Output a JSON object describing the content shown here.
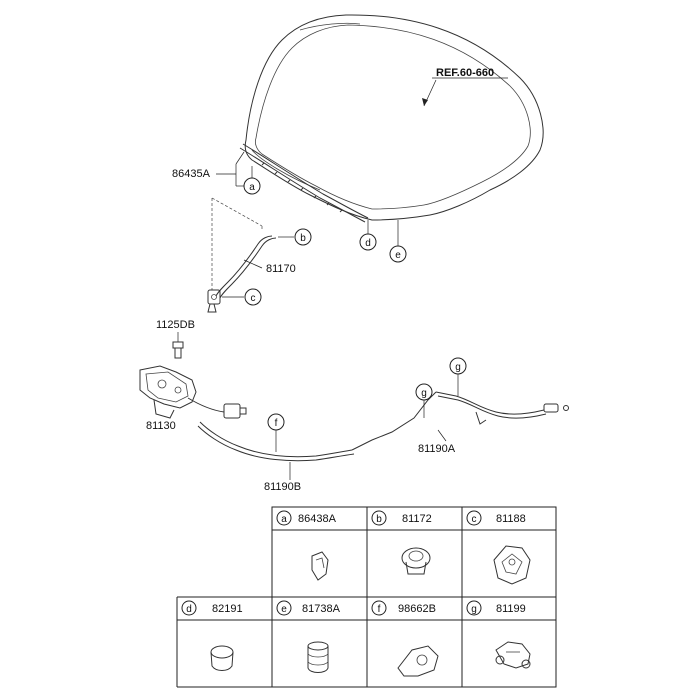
{
  "ref_label": "REF.60-660",
  "callouts": [
    {
      "id": "86435A",
      "text": "86435A"
    },
    {
      "id": "81170",
      "text": "81170"
    },
    {
      "id": "1125DB",
      "text": "1125DB"
    },
    {
      "id": "81130",
      "text": "81130"
    },
    {
      "id": "81190A",
      "text": "81190A"
    },
    {
      "id": "81190B",
      "text": "81190B"
    }
  ],
  "markers": [
    "a",
    "b",
    "c",
    "d",
    "e",
    "f",
    "g"
  ],
  "parts_table": [
    {
      "letter": "a",
      "part": "86438A"
    },
    {
      "letter": "b",
      "part": "81172"
    },
    {
      "letter": "c",
      "part": "81188"
    },
    {
      "letter": "d",
      "part": "82191"
    },
    {
      "letter": "e",
      "part": "81738A"
    },
    {
      "letter": "f",
      "part": "98662B"
    },
    {
      "letter": "g",
      "part": "81199"
    }
  ]
}
